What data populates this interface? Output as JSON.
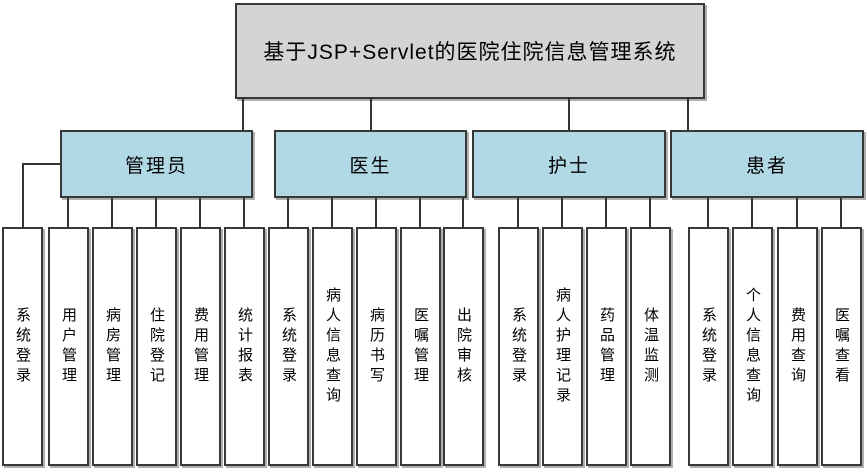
{
  "title": "基于JSP+Servlet的医院住院信息管理系统",
  "colors": {
    "root_fill": "#d4d4d4",
    "branch_fill": "#b0d9e5",
    "leaf_fill": "#ffffff",
    "border": "#383838",
    "line": "#333333",
    "shadow": "#b0b0b0"
  },
  "branches": [
    {
      "label": "管理员",
      "children": [
        "系统登录",
        "用户管理",
        "病房管理",
        "住院登记",
        "费用管理",
        "统计报表"
      ]
    },
    {
      "label": "医生",
      "children": [
        "系统登录",
        "病人信息查询",
        "病历书写",
        "医嘱管理",
        "出院审核"
      ]
    },
    {
      "label": "护士",
      "children": [
        "系统登录",
        "病人护理记录",
        "药品管理",
        "体温监测"
      ]
    },
    {
      "label": "患者",
      "children": [
        "系统登录",
        "个人信息查询",
        "费用查询",
        "医嘱查看"
      ]
    }
  ]
}
